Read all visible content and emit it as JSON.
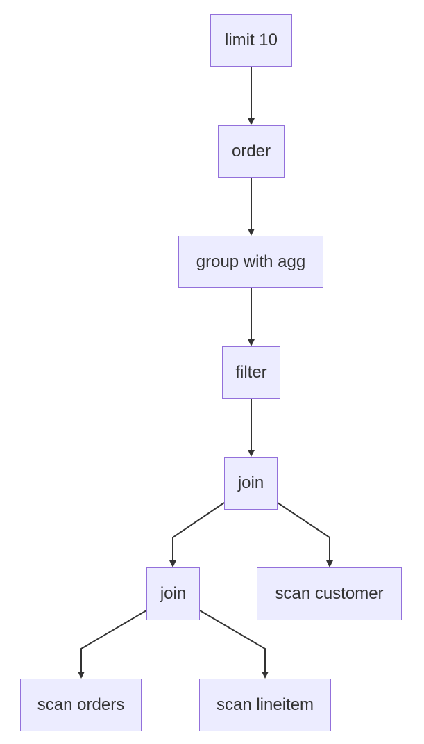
{
  "diagram": {
    "colors": {
      "node_fill": "#ececff",
      "node_border": "#9370db",
      "edge": "#333333",
      "text": "#333333"
    },
    "nodes": [
      {
        "id": "limit",
        "label": "limit 10"
      },
      {
        "id": "order",
        "label": "order"
      },
      {
        "id": "group",
        "label": "group with agg"
      },
      {
        "id": "filter",
        "label": "filter"
      },
      {
        "id": "join1",
        "label": "join"
      },
      {
        "id": "join2",
        "label": "join"
      },
      {
        "id": "customer",
        "label": "scan customer"
      },
      {
        "id": "orders",
        "label": "scan orders"
      },
      {
        "id": "lineitem",
        "label": "scan lineitem"
      }
    ],
    "edges": [
      {
        "from": "limit",
        "to": "order"
      },
      {
        "from": "order",
        "to": "group"
      },
      {
        "from": "group",
        "to": "filter"
      },
      {
        "from": "filter",
        "to": "join1"
      },
      {
        "from": "join1",
        "to": "join2"
      },
      {
        "from": "join1",
        "to": "customer"
      },
      {
        "from": "join2",
        "to": "orders"
      },
      {
        "from": "join2",
        "to": "lineitem"
      }
    ]
  }
}
